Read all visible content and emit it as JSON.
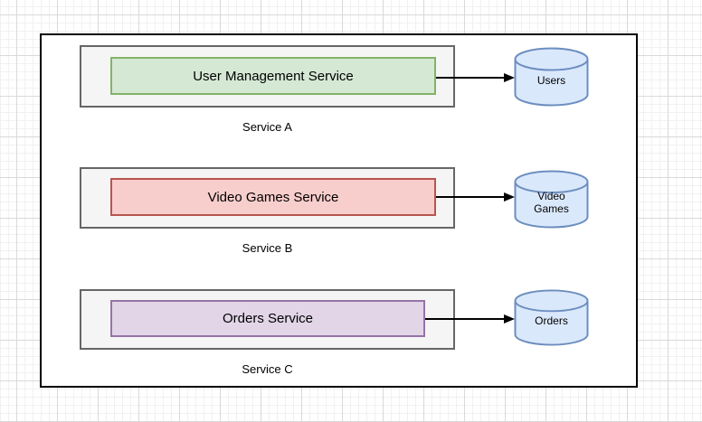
{
  "canvas": {
    "background_color": "#ffffff",
    "grid_minor_color": "#f1f1f1",
    "grid_major_color": "#d9d9d9",
    "text_color": "#000000"
  },
  "boundary": {
    "fill": "#ffffff",
    "stroke": "#000000"
  },
  "rows": [
    {
      "group_label": "Service A",
      "service": {
        "label": "User Management Service",
        "fill": "#d5e8d4",
        "stroke": "#82b366"
      },
      "container": {
        "fill": "#f5f5f5",
        "stroke": "#666666"
      },
      "database": {
        "label": "Users",
        "fill": "#dae8fc",
        "stroke": "#6c8ebf"
      },
      "arrow_color": "#000000"
    },
    {
      "group_label": "Service B",
      "service": {
        "label": "Video Games Service",
        "fill": "#f8cecc",
        "stroke": "#b85450"
      },
      "container": {
        "fill": "#f5f5f5",
        "stroke": "#666666"
      },
      "database": {
        "label": "Video Games",
        "fill": "#dae8fc",
        "stroke": "#6c8ebf"
      },
      "arrow_color": "#000000"
    },
    {
      "group_label": "Service C",
      "service": {
        "label": "Orders Service",
        "fill": "#e1d5e7",
        "stroke": "#9673a6"
      },
      "container": {
        "fill": "#f5f5f5",
        "stroke": "#666666"
      },
      "database": {
        "label": "Orders",
        "fill": "#dae8fc",
        "stroke": "#6c8ebf"
      },
      "arrow_color": "#000000"
    }
  ]
}
